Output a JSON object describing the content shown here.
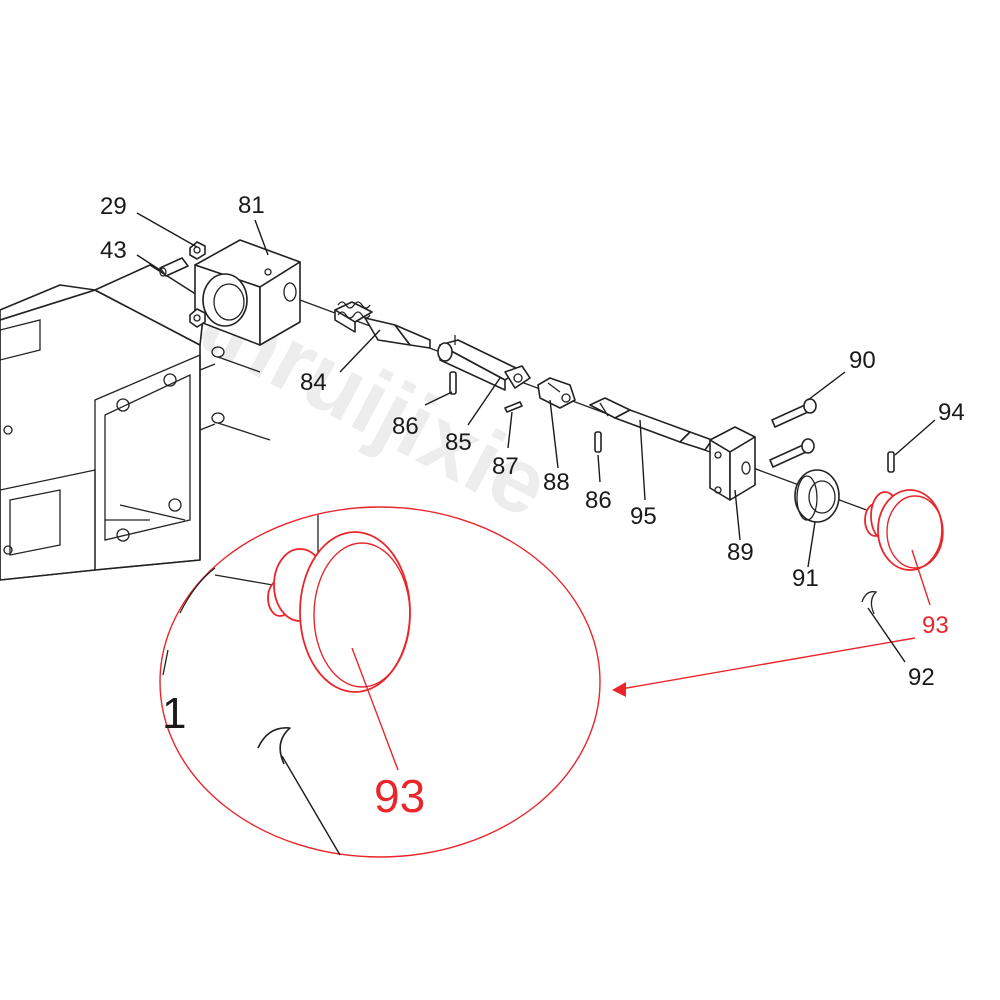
{
  "watermark": "anruijixie",
  "labels": {
    "l29": "29",
    "l43": "43",
    "l81": "81",
    "l84": "84",
    "l85": "85",
    "l86a": "86",
    "l87": "87",
    "l88": "88",
    "l86b": "86",
    "l95": "95",
    "l89": "89",
    "l90": "90",
    "l91": "91",
    "l94": "94",
    "l93": "93",
    "l92": "92",
    "l93zoom": "93",
    "l1zoom": "1"
  },
  "colors": {
    "highlight": "#e8262b",
    "line": "#222222",
    "watermark": "#d9d9d9"
  }
}
